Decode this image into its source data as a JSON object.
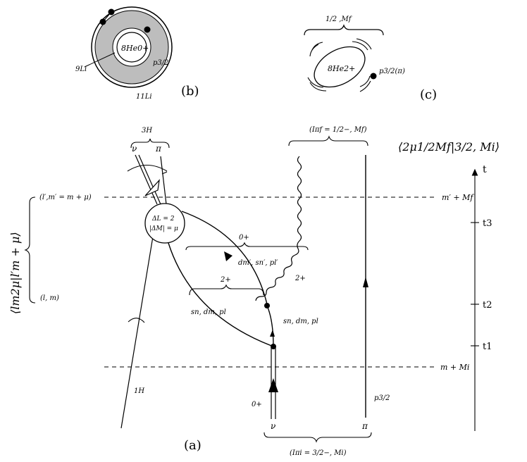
{
  "panel_labels": {
    "a": "(a)",
    "b": "(b)",
    "c": "(c)"
  },
  "panel_b": {
    "core": "8He0+",
    "orbital": "p3/2",
    "li9": "9Li",
    "li11": "11Li"
  },
  "panel_c": {
    "brace_label": "1/2 ,Mf",
    "core": "8He2+",
    "orbital": "p3/2(π)"
  },
  "panel_a": {
    "h3": "3H",
    "nu_top": "ν",
    "pi_top": "π",
    "final_state": "(Iπf = 1/2−, Mf)",
    "cg_top": "⟨2μ1/2Mf|3/2, Mi⟩",
    "cg_left": "⟨lm2μ|l′m + μ⟩",
    "lprime": "(l′,m′ = m + μ)",
    "lm": "(l, m)",
    "mprime_mf": "m′ + Mf",
    "m_mi": "m + Mi",
    "vertex_line1": "ΔL = 2",
    "vertex_line2": "|ΔM| = μ",
    "zero_plus_upper": "0+",
    "dm_prime": "dm′, sn′, pl′",
    "two_plus_left": "2+",
    "two_plus_right": "2+",
    "sn_dm_left": "sn, dm, pl",
    "sn_dm_right": "sn, dm, pl",
    "zero_plus_lower": "0+",
    "h1": "1H",
    "p32": "p3/2",
    "nu_bottom": "ν",
    "pi_bottom": "π",
    "initial_state": "(Iπi = 3/2−, Mi)"
  },
  "time_axis": {
    "label": "t",
    "ticks": [
      "t3",
      "t2",
      "t1"
    ]
  }
}
